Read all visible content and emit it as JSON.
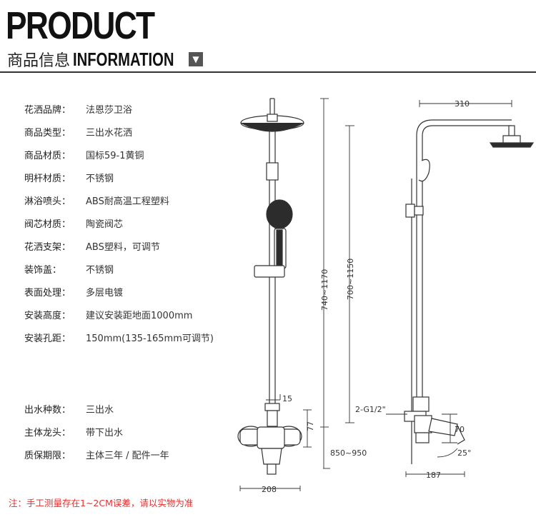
{
  "header": {
    "title": "PRODUCT",
    "subtitle_cn": "商品信息",
    "subtitle_en": "INFORMATION"
  },
  "specs": [
    {
      "label": "花洒品牌：",
      "value": "法恩莎卫浴"
    },
    {
      "label": "商品类型：",
      "value": "三出水花洒"
    },
    {
      "label": "商品材质：",
      "value": "国标59-1黄铜"
    },
    {
      "label": "明杆材质：",
      "value": "不锈钢"
    },
    {
      "label": "淋浴喷头：",
      "value": "ABS耐高温工程塑料"
    },
    {
      "label": "阀芯材质：",
      "value": "陶瓷阀芯"
    },
    {
      "label": "花洒支架：",
      "value": "ABS塑料，可调节"
    },
    {
      "label": "装饰盖：",
      "value": "不锈钢"
    },
    {
      "label": "表面处理：",
      "value": "多层电镀"
    },
    {
      "label": "安装高度：",
      "value": "建议安装距地面1000mm"
    },
    {
      "label": "安装孔距：",
      "value": "150mm(135-165mm可调节)"
    },
    {
      "label": "出水种数：",
      "value": "三出水"
    },
    {
      "label": "主体龙头：",
      "value": "带下出水"
    },
    {
      "label": "质保期限：",
      "value": "主体三年 / 配件一年"
    }
  ],
  "dimensions": {
    "front_height": "740~1170",
    "side_height": "700~1150",
    "arm_length": "310",
    "pipe_diameter": "15",
    "outlet_height": "77",
    "floor_height": "850~950",
    "body_width": "208",
    "thread": "2-G1/2\"",
    "spout_height": "70",
    "spout_angle": "25°",
    "spout_depth": "187"
  },
  "footer": {
    "note": "注：手工测量存在1~2CM误差，请以实物为准"
  },
  "colors": {
    "note": "#e53030",
    "line": "#333333",
    "rule": "#333333"
  }
}
